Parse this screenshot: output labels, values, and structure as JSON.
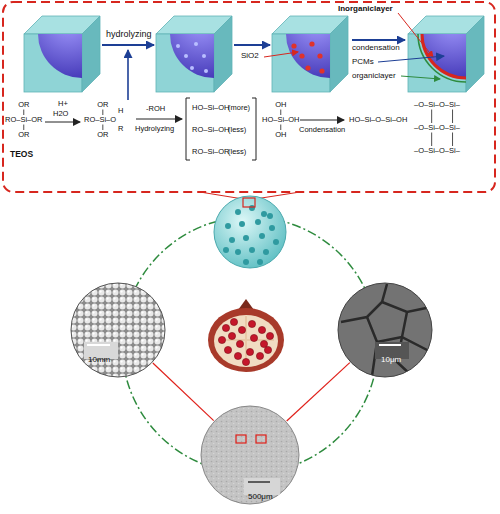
{
  "diagram": {
    "nodes": [
      {
        "text": [
          "10mm"
        ]
      },
      {
        "text": [
          "10μm"
        ]
      },
      {
        "text": [
          "500μm"
        ]
      }
    ],
    "edges": [
      {
        "from": 2,
        "to": 0,
        "arrow": "none"
      },
      {
        "from": 2,
        "to": 1,
        "arrow": "none"
      }
    ],
    "labels": [
      "hydrolyzing",
      "SiO2",
      "Inorganiclayer",
      "condensation",
      "PCMs",
      "organiclayer",
      "OR",
      "RO–Si–OR",
      "OR",
      "TEOS",
      "H+",
      "H2O",
      "OR",
      "RO–Si–O",
      "H",
      "R",
      "OR",
      "-ROH",
      "Hydrolyzing",
      "HO–Si–OH",
      "(more)",
      "RO–Si–OH",
      "(less)",
      "RO–Si–OR",
      "(less)",
      "OH",
      "HO–Si–OH",
      "OH",
      "Condensation",
      "HO–Si–O–Si–OH",
      "–O–Si–O–Si–",
      "–O–Si–O–Si–",
      "–O–Si–O–Si–"
    ]
  }
}
